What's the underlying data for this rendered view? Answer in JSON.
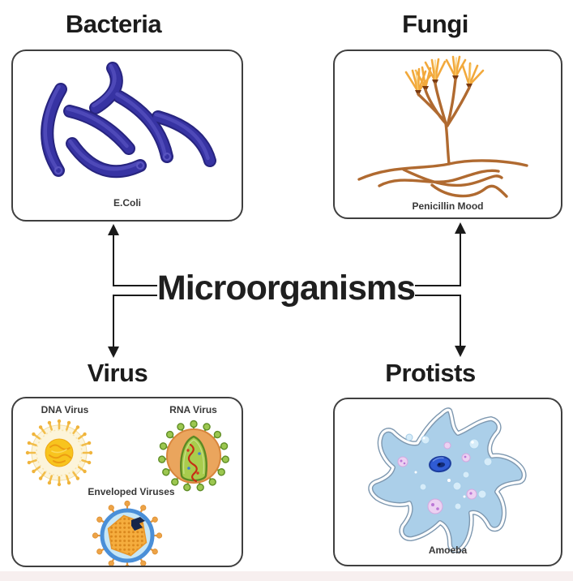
{
  "title": "Microorganisms",
  "panels": {
    "bacteria": {
      "title": "Bacteria",
      "caption": "E.Coli"
    },
    "fungi": {
      "title": "Fungi",
      "caption": "Penicillin Mood"
    },
    "virus": {
      "title": "Virus",
      "label_dna": "DNA Virus",
      "label_rna": "RNA Virus",
      "label_enveloped": "Enveloped Viruses"
    },
    "protists": {
      "title": "Protists",
      "caption": "Amoeba"
    }
  },
  "colors": {
    "text": "#1a1a1a",
    "panel_border": "#3f3f3f",
    "bacteria_body": "#3632a2",
    "bacteria_highlight": "#4e49b8",
    "fungus_hyphae": "#b06a30",
    "fungus_conidia": "#f2a93c",
    "fungus_tip": "#7a3a10",
    "dna_virus_body": "#fcf4da",
    "dna_virus_spikes": "#f2bd4a",
    "dna_virus_core": "#f8c41e",
    "rna_virus_body": "#eaa55d",
    "rna_virus_spikes": "#9cc750",
    "rna_virus_capsid": "#a9cc4d",
    "rna_strand": "#c62d15",
    "enveloped_ring": "#4a8fd8",
    "enveloped_inner": "#c6e6f6",
    "enveloped_capsid": "#f5ad3e",
    "amoeba_body": "#abcfe9",
    "amoeba_membrane": "#7e98b0",
    "amoeba_nucleus": "#2f5bd4",
    "footer_strip": "#f7efef"
  }
}
